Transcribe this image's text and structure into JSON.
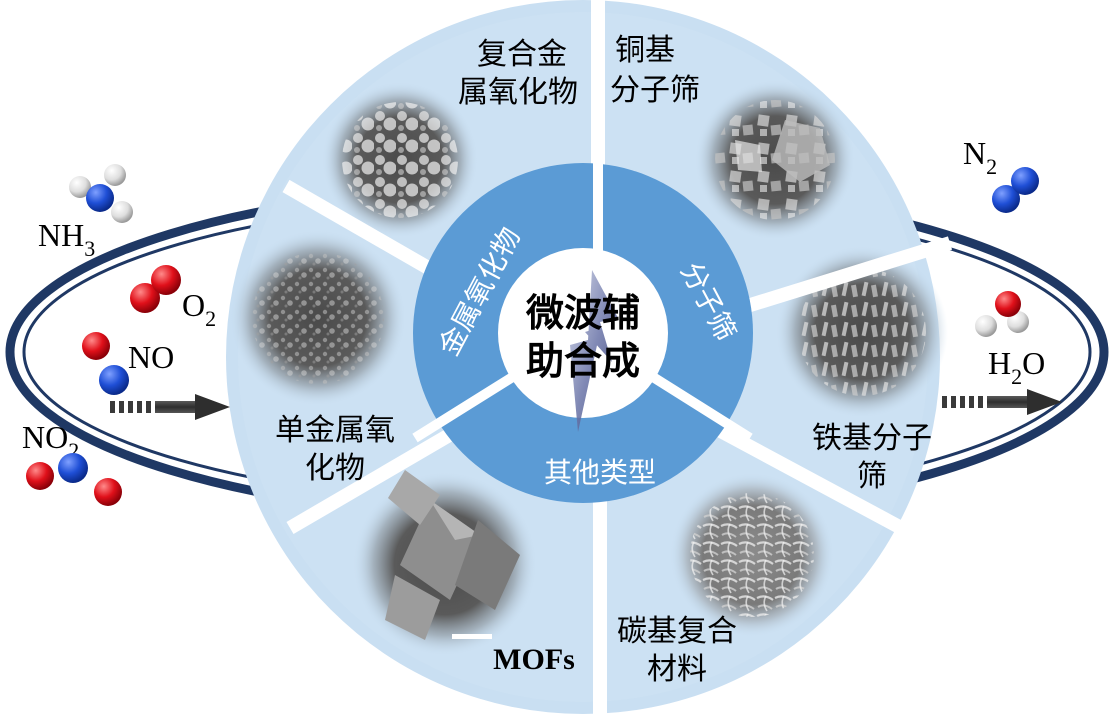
{
  "center": {
    "line1": "微波辅",
    "line2": "助合成"
  },
  "ring_labels": {
    "metal_oxide": "金属氧化物",
    "sieve": "分子筛",
    "other": "其他类型"
  },
  "sectors": {
    "composite_oxide": {
      "line1": "复合金",
      "line2": "属氧化物"
    },
    "copper_sieve": {
      "line1": "铜基",
      "line2": "分子筛"
    },
    "single_oxide": {
      "line1": "单金属氧",
      "line2": "化物"
    },
    "iron_sieve": {
      "line1": "铁基分子",
      "line2": "筛"
    },
    "mofs": {
      "label": "MOFs"
    },
    "carbon": {
      "line1": "碳基复合",
      "line2": "材料"
    }
  },
  "gases": {
    "nh3": {
      "base": "NH",
      "sub": "3"
    },
    "o2": {
      "base": "O",
      "sub": "2"
    },
    "no": {
      "base": "NO"
    },
    "no2": {
      "base": "NO",
      "sub": "2"
    },
    "n2": {
      "base": "N",
      "sub": "2"
    },
    "h2o": {
      "base": "H",
      "sub": "2",
      "tail": "O"
    }
  },
  "colors": {
    "sector_fill": "#c9dff2",
    "ring_fill": "#5b9bd5",
    "ellipse_stroke": "#1f3864",
    "nitrogen": "#1f4fd6",
    "oxygen": "#e0101a",
    "hydrogen": "#e6e6e6",
    "arrow": "#3a3a3a"
  }
}
